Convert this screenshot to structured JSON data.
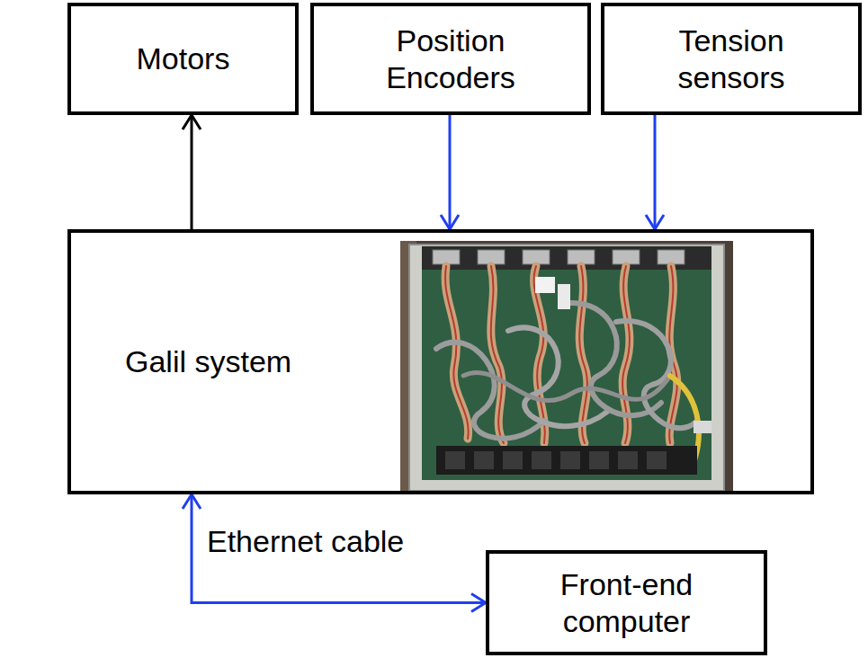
{
  "diagram": {
    "nodes": [
      {
        "text": [
          "Motors"
        ]
      },
      {
        "text": [
          "Position Encoders"
        ]
      },
      {
        "text": [
          "Tension sensors"
        ]
      },
      {
        "text": [
          "Galil system"
        ]
      },
      {
        "text": [
          "Front-end computer"
        ]
      }
    ],
    "edges": [
      {
        "from": 3,
        "to": 0,
        "arrow": "to"
      },
      {
        "from": 1,
        "to": 3,
        "arrow": "to"
      },
      {
        "from": 2,
        "to": 3,
        "arrow": "to"
      },
      {
        "from": 3,
        "to": 4,
        "arrow": "both",
        "label": "Ethernet cable"
      }
    ]
  }
}
